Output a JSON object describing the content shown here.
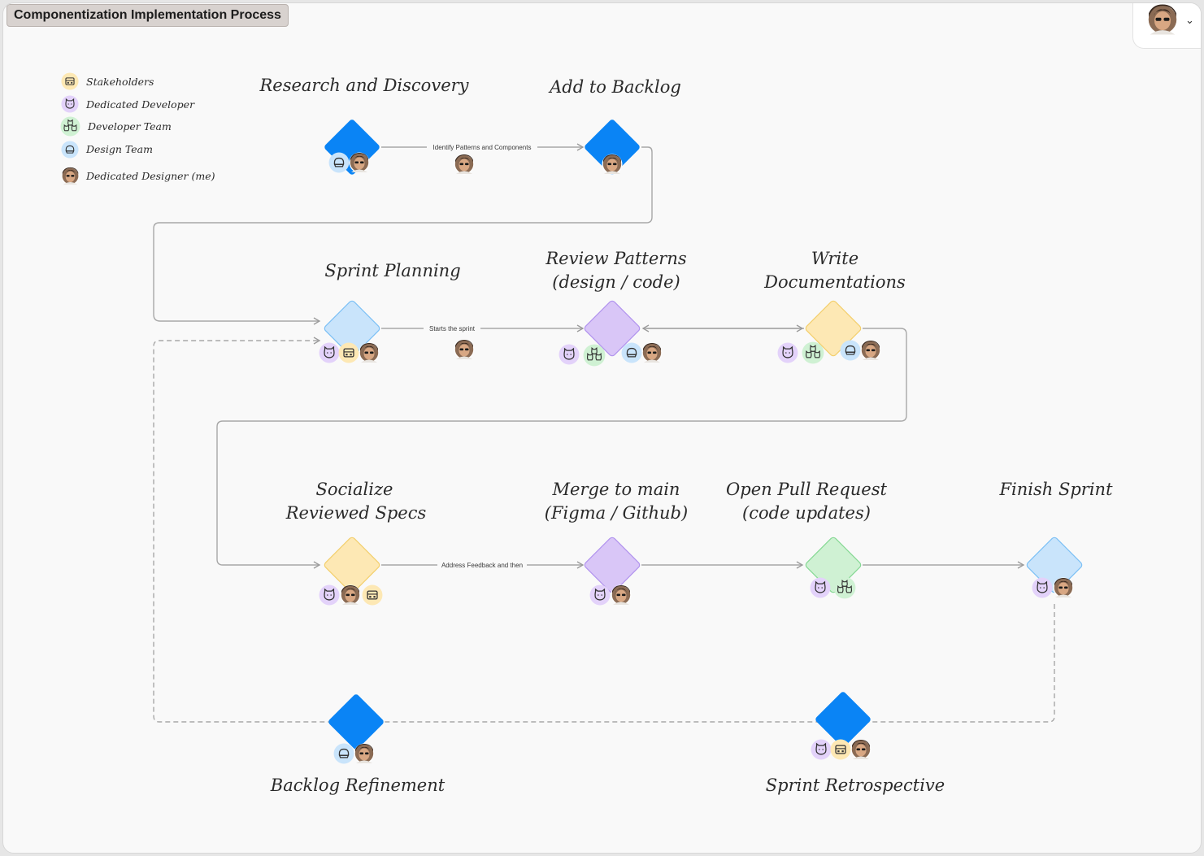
{
  "title": "Componentization Implementation Process",
  "colors": {
    "dark_blue": "#0a84f5",
    "light_blue": "#c9e4fb",
    "purple": "#d9c6f7",
    "yellow": "#fde8b4",
    "green": "#cff1d3",
    "edge": "#a8a8a8"
  },
  "legend": [
    {
      "icon": "stakeholders-icon",
      "label": "Stakeholders",
      "color": "#fde8b4"
    },
    {
      "icon": "cat-icon",
      "label": "Dedicated Developer",
      "color": "#e3d2fa"
    },
    {
      "icon": "octocat-team-icon",
      "label": "Developer Team",
      "color": "#cff1d3"
    },
    {
      "icon": "hat-icon",
      "label": "Design Team",
      "color": "#c9e4fb"
    },
    {
      "icon": "avatar-photo",
      "label": "Dedicated Designer (me)",
      "color": "#7a5a45"
    }
  ],
  "nodes": [
    {
      "id": "research",
      "lines": [
        "Research and Discovery"
      ]
    },
    {
      "id": "backlog",
      "lines": [
        "Add to Backlog"
      ]
    },
    {
      "id": "sprint-planning",
      "lines": [
        "Sprint Planning"
      ]
    },
    {
      "id": "review-patterns",
      "lines": [
        "Review Patterns",
        "(design / code)"
      ]
    },
    {
      "id": "write-docs",
      "lines": [
        "Write",
        "Documentations"
      ]
    },
    {
      "id": "socialize",
      "lines": [
        "Socialize",
        "Reviewed Specs"
      ]
    },
    {
      "id": "merge",
      "lines": [
        "Merge to main",
        "(Figma / Github)"
      ]
    },
    {
      "id": "pull-request",
      "lines": [
        "Open Pull Request",
        "(code updates)"
      ]
    },
    {
      "id": "finish-sprint",
      "lines": [
        "Finish Sprint"
      ]
    },
    {
      "id": "backlog-refinement",
      "lines": [
        "Backlog Refinement"
      ]
    },
    {
      "id": "sprint-retro",
      "lines": [
        "Sprint Retrospective"
      ]
    }
  ],
  "edge_labels": {
    "research_to_backlog": "Identify Patterns and Components",
    "planning_to_review": "Starts the sprint",
    "socialize_to_merge": "Address Feedback and then"
  }
}
